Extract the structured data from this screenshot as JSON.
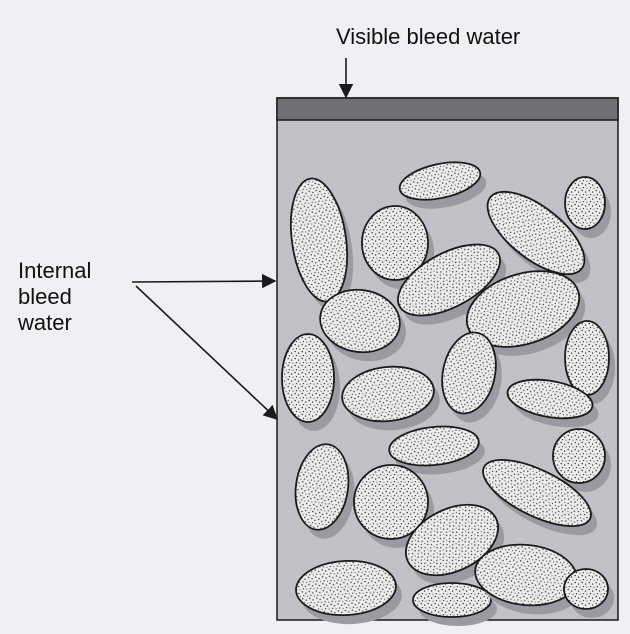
{
  "labels": {
    "visible_bleed_water": "Visible bleed water",
    "internal_bleed_water_lines": [
      "Internal",
      "bleed",
      "water"
    ]
  },
  "colors": {
    "container_fill": "#c2c3c8",
    "bleed_layer": "#707075",
    "aggregate_fill": "#eceded",
    "aggregate_stroke": "#1a1a1a",
    "shadow": "#9a9ba1",
    "speckle": "#3a3a3a",
    "line": "#1a1a1a"
  }
}
